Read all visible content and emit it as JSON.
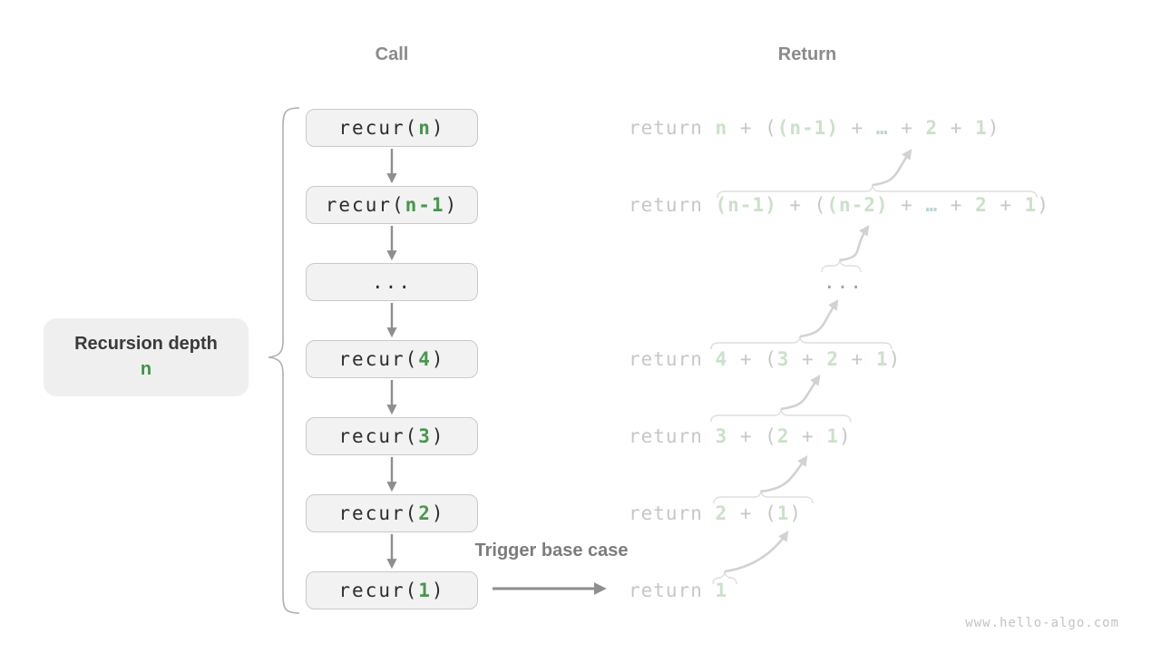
{
  "headers": {
    "call": "Call",
    "return": "Return"
  },
  "depth_label": {
    "title": "Recursion depth",
    "value": "n"
  },
  "trigger_label": "Trigger base case",
  "watermark": "www.hello-algo.com",
  "colors": {
    "call_green": "#47974a",
    "call_dark": "#2d2d2d",
    "faded_gray": "#c7c7c7",
    "faded_green": "#c9e2c8",
    "faded_teal": "#b5d6d4",
    "box_fill": "#f2f2f2",
    "box_border": "#c9c9c9",
    "header_gray": "#8b8b8b",
    "arrow_dark": "#8e8e8e",
    "arrow_light": "#d2d2d2",
    "brace_gray": "#b0b0b0"
  },
  "call_column": {
    "boxes": [
      {
        "name": "recur-n",
        "tokens": [
          {
            "t": "recur(",
            "c": "d"
          },
          {
            "t": "n",
            "c": "g"
          },
          {
            "t": ")",
            "c": "d"
          }
        ]
      },
      {
        "name": "recur-n-1",
        "tokens": [
          {
            "t": "recur(",
            "c": "d"
          },
          {
            "t": "n-1",
            "c": "g"
          },
          {
            "t": ")",
            "c": "d"
          }
        ]
      },
      {
        "name": "ellipsis",
        "tokens": [
          {
            "t": "...",
            "c": "d"
          }
        ]
      },
      {
        "name": "recur-4",
        "tokens": [
          {
            "t": "recur(",
            "c": "d"
          },
          {
            "t": "4",
            "c": "g"
          },
          {
            "t": ")",
            "c": "d"
          }
        ]
      },
      {
        "name": "recur-3",
        "tokens": [
          {
            "t": "recur(",
            "c": "d"
          },
          {
            "t": "3",
            "c": "g"
          },
          {
            "t": ")",
            "c": "d"
          }
        ]
      },
      {
        "name": "recur-2",
        "tokens": [
          {
            "t": "recur(",
            "c": "d"
          },
          {
            "t": "2",
            "c": "g"
          },
          {
            "t": ")",
            "c": "d"
          }
        ]
      },
      {
        "name": "recur-1",
        "tokens": [
          {
            "t": "recur(",
            "c": "d"
          },
          {
            "t": "1",
            "c": "g"
          },
          {
            "t": ")",
            "c": "d"
          }
        ]
      }
    ]
  },
  "return_column": {
    "lines": [
      {
        "name": "return-n",
        "variant": "normal",
        "tokens": [
          {
            "t": "return ",
            "c": "k"
          },
          {
            "t": "n",
            "c": "G"
          },
          {
            "t": " + (",
            "c": "k"
          },
          {
            "t": "(n-1)",
            "c": "G"
          },
          {
            "t": " + ",
            "c": "k"
          },
          {
            "t": "…",
            "c": "e"
          },
          {
            "t": " + ",
            "c": "k"
          },
          {
            "t": "2",
            "c": "G"
          },
          {
            "t": " + ",
            "c": "k"
          },
          {
            "t": "1",
            "c": "G"
          },
          {
            "t": ")",
            "c": "k"
          }
        ]
      },
      {
        "name": "return-n-1",
        "variant": "normal",
        "tokens": [
          {
            "t": "return ",
            "c": "k"
          },
          {
            "t": "(n-1)",
            "c": "G"
          },
          {
            "t": " + (",
            "c": "k"
          },
          {
            "t": "(n-2)",
            "c": "G"
          },
          {
            "t": " + ",
            "c": "k"
          },
          {
            "t": "…",
            "c": "e"
          },
          {
            "t": " + ",
            "c": "k"
          },
          {
            "t": "2",
            "c": "G"
          },
          {
            "t": " + ",
            "c": "k"
          },
          {
            "t": "1",
            "c": "G"
          },
          {
            "t": ")",
            "c": "k"
          }
        ]
      },
      {
        "name": "return-ellipsis",
        "variant": "ellipsis",
        "tokens": [
          {
            "t": "...",
            "c": "dots"
          }
        ]
      },
      {
        "name": "return-4",
        "variant": "normal",
        "tokens": [
          {
            "t": "return ",
            "c": "k"
          },
          {
            "t": "4",
            "c": "G"
          },
          {
            "t": " + (",
            "c": "k"
          },
          {
            "t": "3",
            "c": "G"
          },
          {
            "t": " + ",
            "c": "k"
          },
          {
            "t": "2",
            "c": "G"
          },
          {
            "t": " + ",
            "c": "k"
          },
          {
            "t": "1",
            "c": "G"
          },
          {
            "t": ")",
            "c": "k"
          }
        ]
      },
      {
        "name": "return-3",
        "variant": "normal",
        "tokens": [
          {
            "t": "return ",
            "c": "k"
          },
          {
            "t": "3",
            "c": "G"
          },
          {
            "t": " + (",
            "c": "k"
          },
          {
            "t": "2",
            "c": "G"
          },
          {
            "t": " + ",
            "c": "k"
          },
          {
            "t": "1",
            "c": "G"
          },
          {
            "t": ")",
            "c": "k"
          }
        ]
      },
      {
        "name": "return-2",
        "variant": "normal",
        "tokens": [
          {
            "t": "return ",
            "c": "k"
          },
          {
            "t": "2",
            "c": "G"
          },
          {
            "t": " + (",
            "c": "k"
          },
          {
            "t": "1",
            "c": "G"
          },
          {
            "t": ")",
            "c": "k"
          }
        ]
      },
      {
        "name": "return-1",
        "variant": "normal",
        "tokens": [
          {
            "t": "return ",
            "c": "k"
          },
          {
            "t": "1",
            "c": "G"
          }
        ]
      }
    ]
  }
}
